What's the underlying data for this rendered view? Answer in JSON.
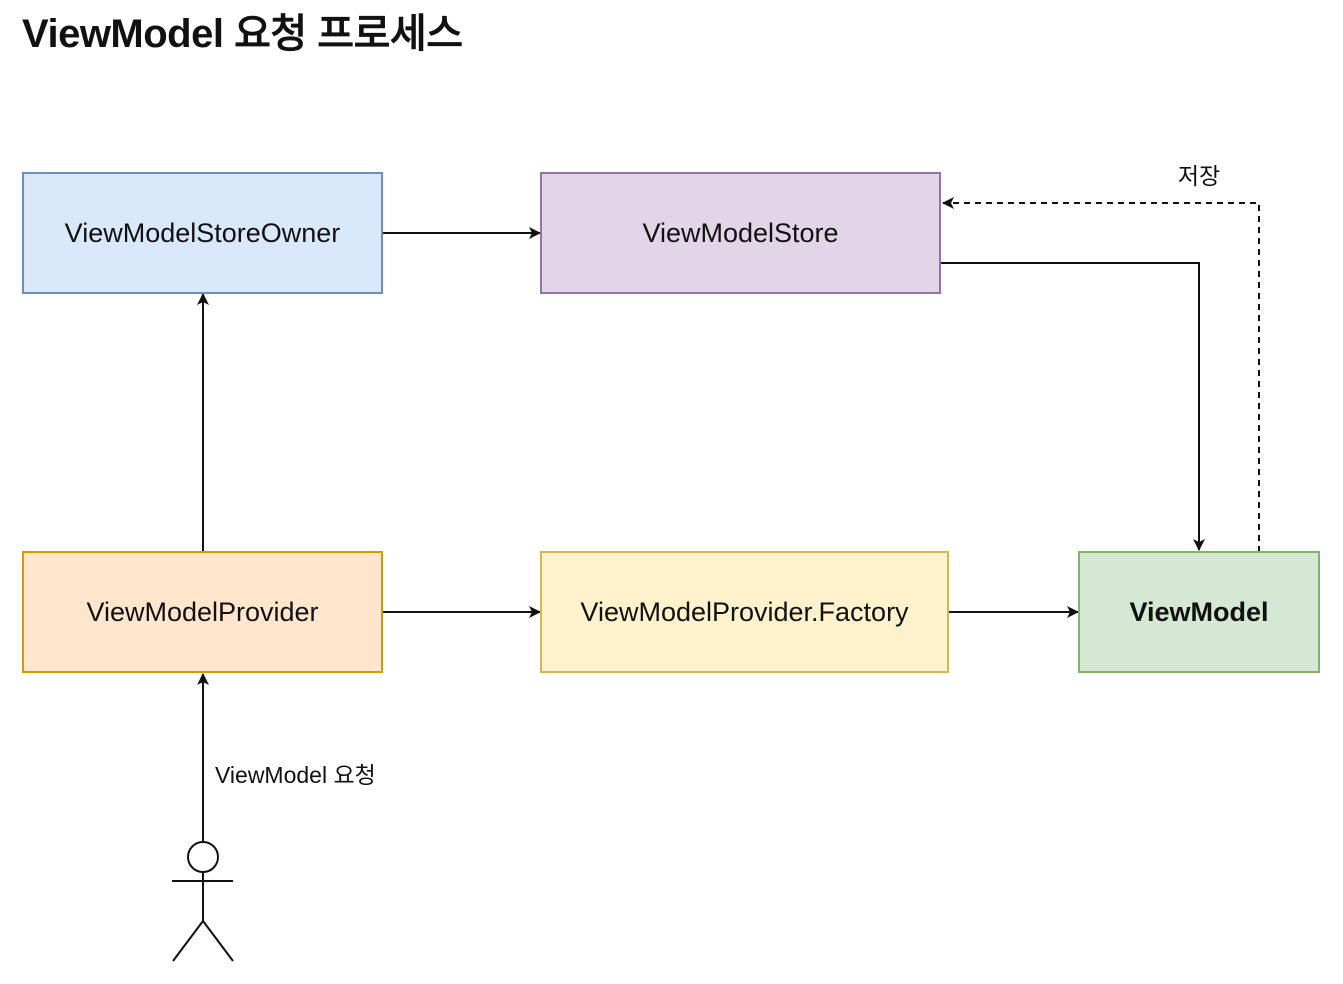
{
  "title": "ViewModel 요청 프로세스",
  "nodes": {
    "store_owner": {
      "label": "ViewModelStoreOwner",
      "fill": "#dae8fc",
      "stroke": "#6c8ebf"
    },
    "store": {
      "label": "ViewModelStore",
      "fill": "#e1d5e7",
      "stroke": "#9673a6"
    },
    "provider": {
      "label": "ViewModelProvider",
      "fill": "#ffe6cc",
      "stroke": "#d79b00"
    },
    "factory": {
      "label": "ViewModelProvider.Factory",
      "fill": "#fff2cc",
      "stroke": "#d6b656"
    },
    "viewmodel": {
      "label": "ViewModel",
      "fill": "#d5e8d4",
      "stroke": "#82b366"
    }
  },
  "edges": {
    "save_label": "저장",
    "request_label": "ViewModel 요청"
  }
}
